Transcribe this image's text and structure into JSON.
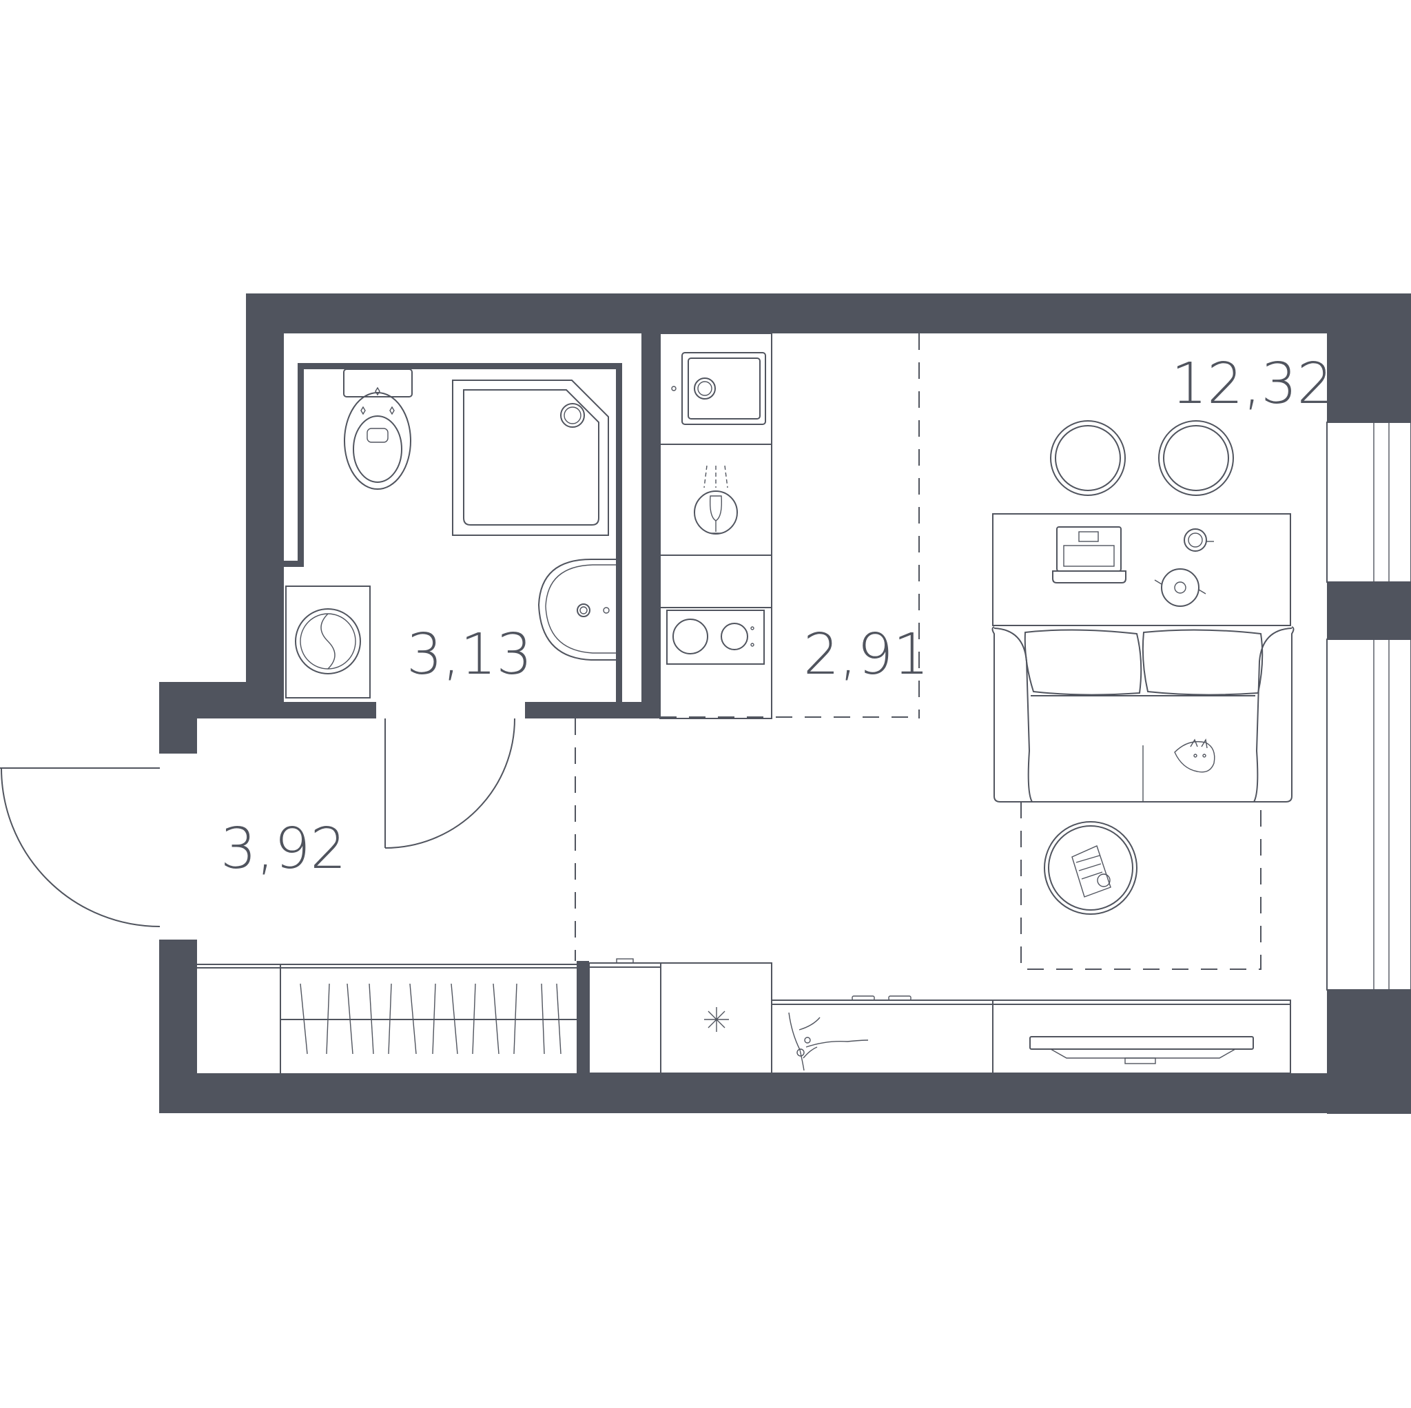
{
  "rooms": {
    "living": {
      "area": "12,32"
    },
    "bathroom": {
      "area": "3,13"
    },
    "kitchen": {
      "area": "2,91"
    },
    "hallway": {
      "area": "3,92"
    }
  },
  "colors": {
    "wall": "#50545e",
    "background": "#ffffff"
  }
}
